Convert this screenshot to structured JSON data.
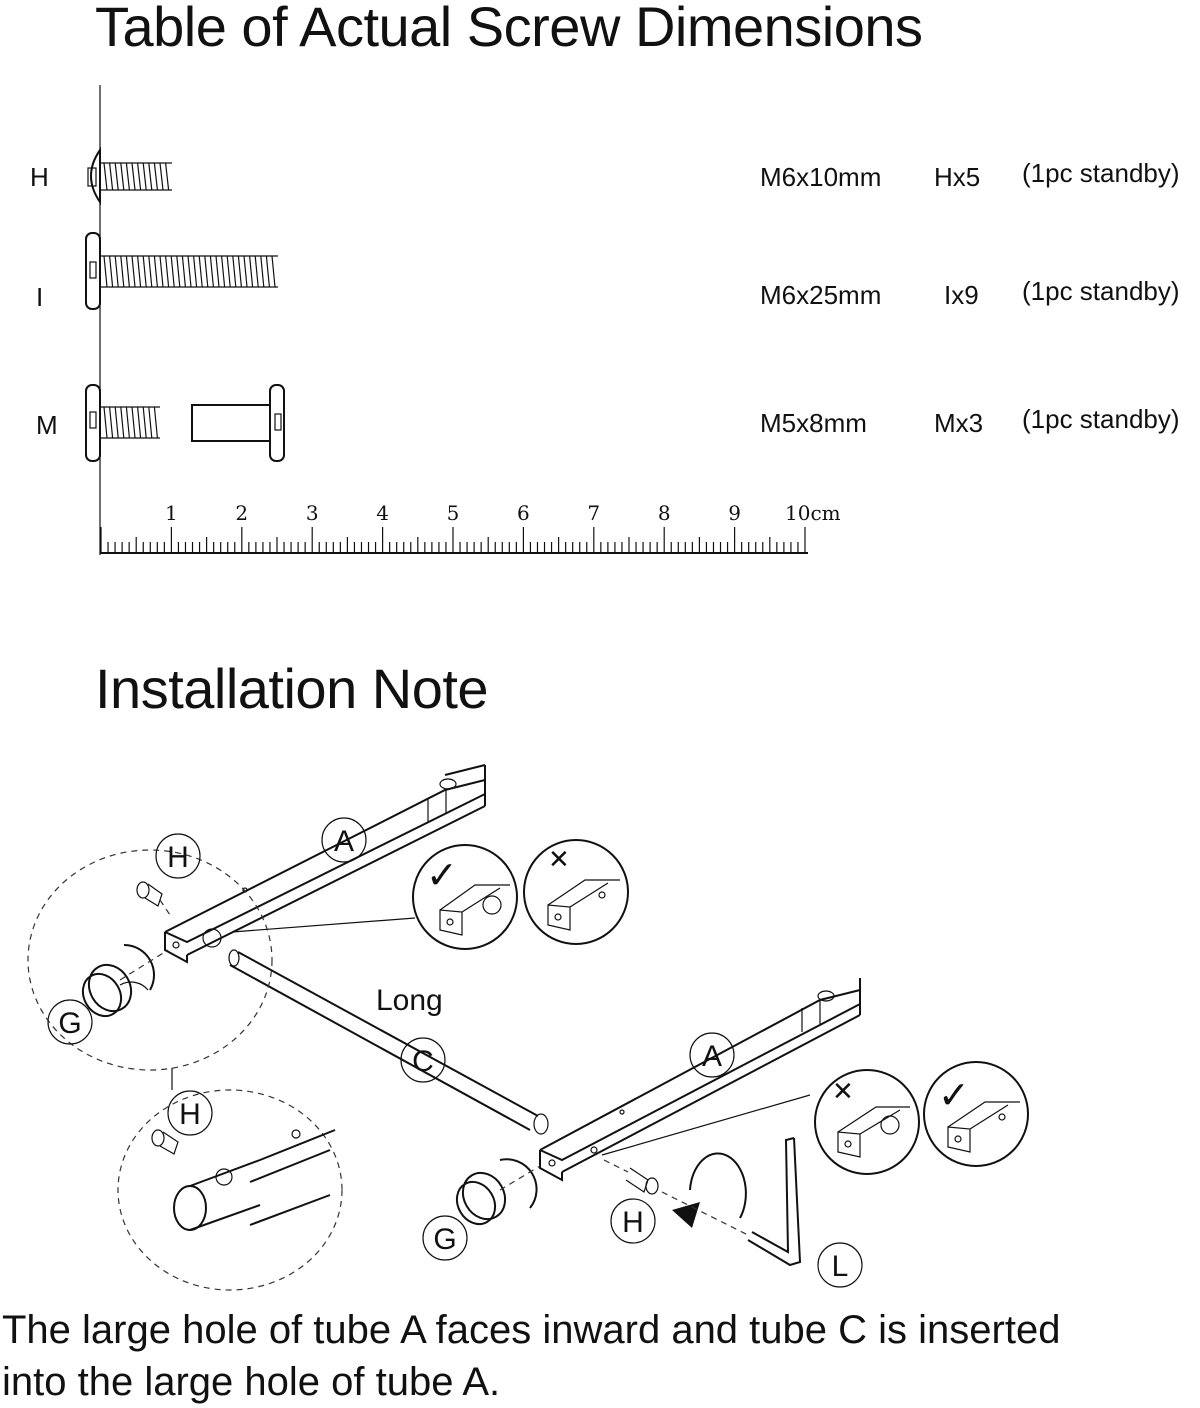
{
  "titles": {
    "screw_table": "Table of Actual Screw Dimensions",
    "installation": "Installation Note"
  },
  "screws": [
    {
      "label": "H",
      "size": "M6x10mm",
      "qty": "Hx5",
      "standby": "(1pc standby)"
    },
    {
      "label": "I",
      "size": "M6x25mm",
      "qty": "Ix9",
      "standby": "(1pc standby)"
    },
    {
      "label": "M",
      "size": "M5x8mm",
      "qty": "Mx3",
      "standby": "(1pc standby)"
    }
  ],
  "ruler": {
    "ticks": [
      "1",
      "2",
      "3",
      "4",
      "5",
      "6",
      "7",
      "8",
      "9",
      "10cm"
    ]
  },
  "diagram": {
    "callouts": {
      "tube_a_top": "A",
      "tube_a_bottom": "A",
      "tube_c": "C",
      "screw_h_top": "H",
      "screw_h_detail": "H",
      "screw_h_bottom": "H",
      "knob_g_top": "G",
      "knob_g_bottom": "G",
      "wrench_l": "L"
    },
    "tube_c_label": "Long",
    "correct_mark": "✓",
    "wrong_mark": "✕"
  },
  "note_lines": [
    "The large hole of tube A faces inward and tube C is inserted",
    "into the large hole of tube A."
  ]
}
